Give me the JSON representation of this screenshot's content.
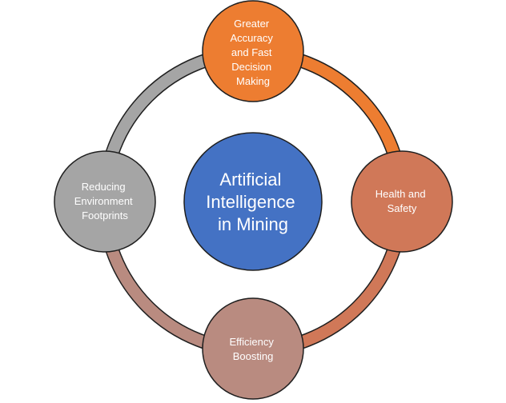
{
  "center": {
    "lines": [
      "Artificial",
      "Intelligence",
      "in Mining"
    ],
    "color": "#4472C4"
  },
  "nodes": [
    {
      "id": "accuracy",
      "lines": [
        "Greater",
        "Accuracy",
        "and Fast",
        "Decision",
        "Making"
      ],
      "color": "#ED7D31",
      "ring_color": "#ED7D31"
    },
    {
      "id": "health",
      "lines": [
        "Health and",
        "Safety"
      ],
      "color": "#D07858",
      "ring_color": "#D07858"
    },
    {
      "id": "efficiency",
      "lines": [
        "Efficiency",
        "Boosting"
      ],
      "color": "#B98B80",
      "ring_color": "#B98B80"
    },
    {
      "id": "environment",
      "lines": [
        "Reducing",
        "Environment",
        "Footprints"
      ],
      "color": "#A5A5A5",
      "ring_color": "#A5A5A5"
    }
  ],
  "outline_color": "#1F1F1F"
}
